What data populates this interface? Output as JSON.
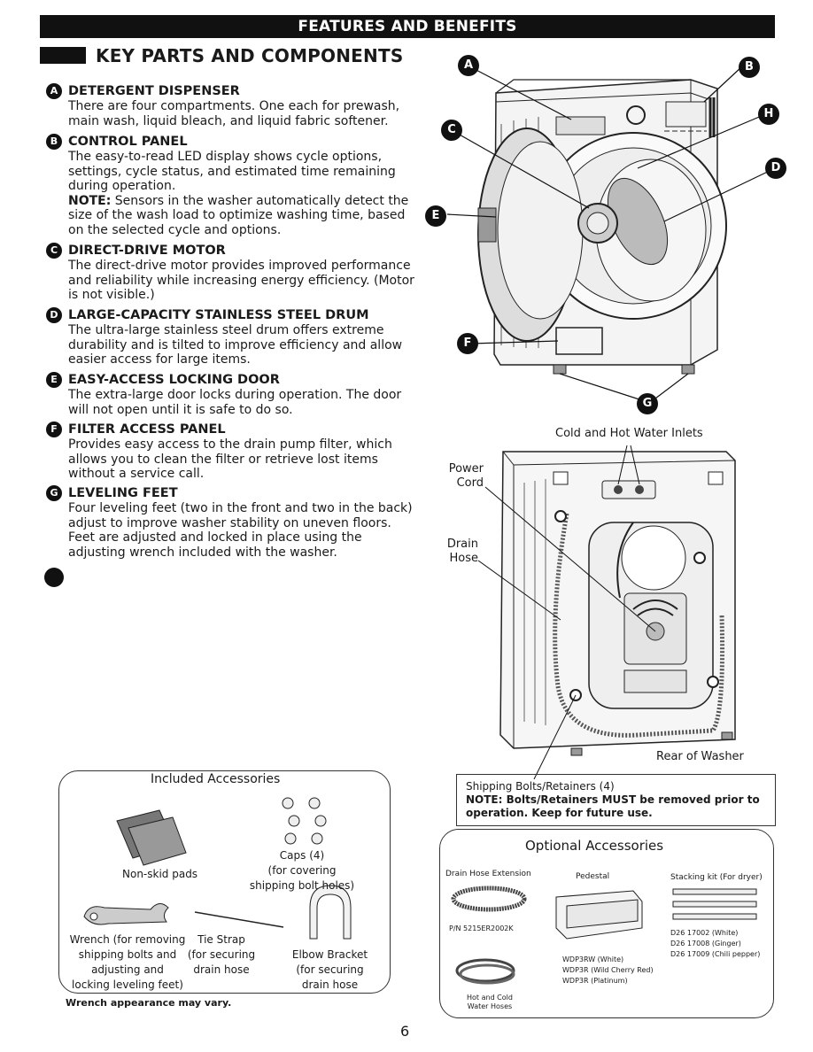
{
  "header": {
    "banner": "FEATURES AND BENEFITS",
    "section_title": "KEY PARTS AND COMPONENTS"
  },
  "parts": [
    {
      "letter": "A",
      "title": "DETERGENT DISPENSER",
      "desc": "There are four compartments. One each for prewash, main wash, liquid bleach, and liquid fabric softener."
    },
    {
      "letter": "B",
      "title": "CONTROL PANEL",
      "desc": "The easy-to-read LED display shows cycle options, settings, cycle status, and estimated time remaining during operation.",
      "note_label": "NOTE:",
      "note": "Sensors in the washer automatically detect the size of the wash load to optimize washing time, based on the selected cycle and options."
    },
    {
      "letter": "C",
      "title": "DIRECT-DRIVE MOTOR",
      "desc": "The direct-drive motor provides improved performance and reliability while increasing energy efficiency. (Motor is not visible.)"
    },
    {
      "letter": "D",
      "title": "LARGE-CAPACITY STAINLESS STEEL DRUM",
      "desc": "The ultra-large stainless steel drum offers extreme durability and is tilted to improve efficiency and allow easier access for large items."
    },
    {
      "letter": "E",
      "title": "EASY-ACCESS LOCKING DOOR",
      "desc": "The extra-large door locks during operation. The door will not open until it is safe to do so."
    },
    {
      "letter": "F",
      "title": "FILTER ACCESS PANEL",
      "desc": "Provides easy access to the drain pump filter, which allows you to clean the filter or retrieve lost items without a service call."
    },
    {
      "letter": "G",
      "title": "LEVELING FEET",
      "desc": "Four leveling feet (two in the front and two in the back) adjust to improve washer stability on uneven floors. Feet are adjusted and locked in place using the adjusting wrench included with the washer."
    },
    {
      "letter": "",
      "title": "",
      "desc": ""
    }
  ],
  "front_callouts": [
    "A",
    "B",
    "C",
    "D",
    "E",
    "F",
    "G",
    "H"
  ],
  "rear": {
    "inlets_label": "Cold and Hot Water Inlets",
    "power_cord_label": "Power\nCord",
    "drain_hose_label": "Drain\nHose",
    "rear_label": "Rear of Washer",
    "shipping_bolts": "Shipping Bolts/Retainers (4)",
    "note_bold": "NOTE: Bolts/Retainers MUST be removed prior to operation. Keep for future use."
  },
  "included": {
    "title": "Included Accessories",
    "caps": "Caps (4)\n(for covering\nshipping bolt holes)",
    "pads": "Non-skid pads",
    "wrench": "Wrench (for removing\nshipping bolts and\nadjusting and\nlocking leveling feet)",
    "tie_strap": "Tie Strap\n(for securing\ndrain hose",
    "elbow": "Elbow Bracket\n(for securing\ndrain hose",
    "footnote": "Wrench appearance may vary."
  },
  "optional": {
    "title": "Optional Accessories",
    "drain_ext": "Drain Hose Extension",
    "drain_pn": "P/N 5215ER2002K",
    "hoses": "Hot and Cold\nWater Hoses",
    "pedestal": "Pedestal",
    "pedestal_models": "WDP3RW (White)\nWDP3R (Wild Cherry Red)\nWDP3R (Platinum)",
    "stacking": "Stacking kit (For dryer)",
    "stacking_models": "D26 17002 (White)\nD26 17008 (Ginger)\nD26 17009 (Chili pepper)"
  },
  "page_number": "6"
}
